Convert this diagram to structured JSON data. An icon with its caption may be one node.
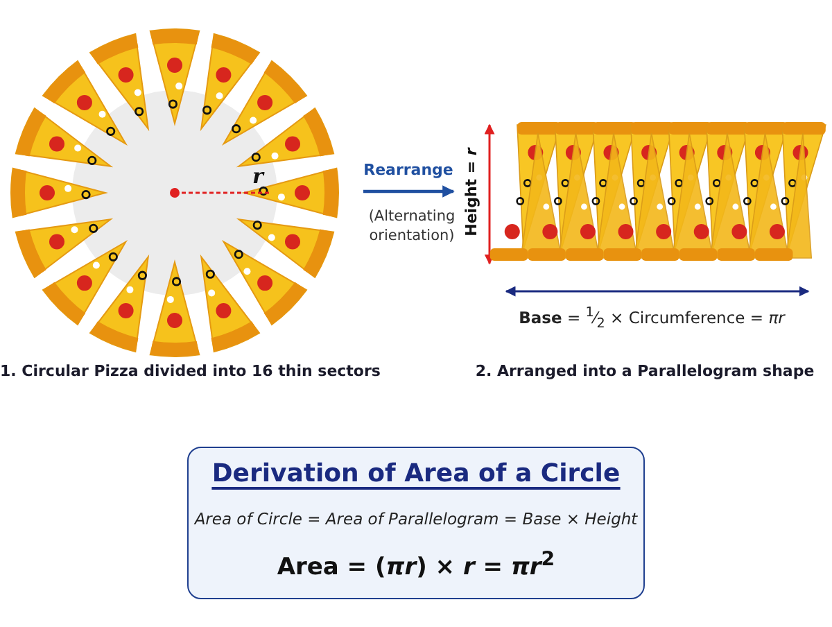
{
  "diagram": {
    "nodes": [
      {
        "text": [],
        "shape": "picture"
      },
      {
        "text": [],
        "shape": "picture"
      },
      {
        "text": [
          "Derivation of Area of a Circle",
          "Area of Circle = Area of Parallelogram = Base × Height",
          "Area = (*πr*) × *r* = *πr*$^{2}$"
        ]
      }
    ],
    "edges": [
      {
        "from": 0,
        "to": 1,
        "arrow": "to",
        "label": "Rearrange"
      }
    ],
    "labels": [
      "r",
      "(Alternating orientation)",
      "Height = *r*",
      "**Base** = $^{1}$⁄$_{2}$ × Circumference = *πr*",
      "1. Circular Pizza divided into 16 thin sectors",
      "2. Arranged into a Parallelogram shape"
    ]
  }
}
